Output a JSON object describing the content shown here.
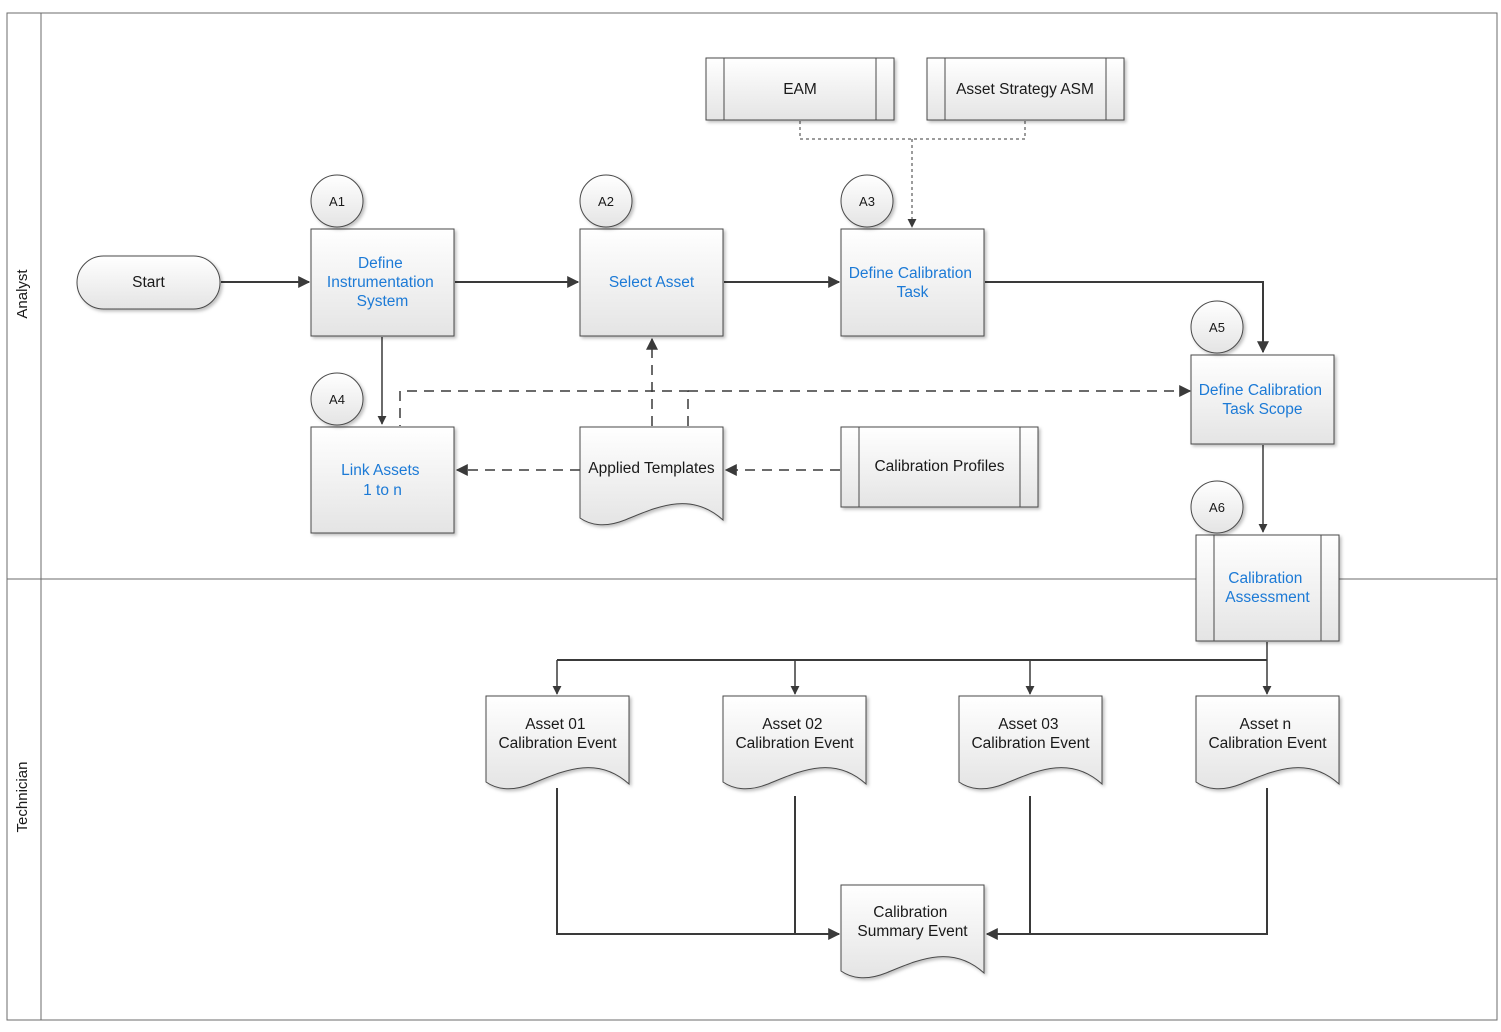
{
  "lanes": {
    "analyst": "Analyst",
    "technician": "Technician"
  },
  "nodes": {
    "start": "Start",
    "a1": {
      "badge": "A1",
      "lines": [
        "Define",
        "Instrumentation",
        "System"
      ]
    },
    "a2": {
      "badge": "A2",
      "lines": [
        "Select Asset"
      ]
    },
    "a3": {
      "badge": "A3",
      "lines": [
        "Define Calibration",
        "Task"
      ]
    },
    "a4": {
      "badge": "A4",
      "lines": [
        "Link Assets",
        "1 to n"
      ]
    },
    "a5": {
      "badge": "A5",
      "lines": [
        "Define Calibration",
        "Task Scope"
      ]
    },
    "a6": {
      "badge": "A6",
      "lines": [
        "Calibration",
        "Assessment"
      ]
    },
    "eam": "EAM",
    "asset_strategy": "Asset Strategy ASM",
    "applied_templates": "Applied Templates",
    "calibration_profiles": "Calibration Profiles",
    "asset_01": [
      "Asset 01",
      "Calibration Event"
    ],
    "asset_02": [
      "Asset 02",
      "Calibration Event"
    ],
    "asset_03": [
      "Asset 03",
      "Calibration Event"
    ],
    "asset_n": [
      "Asset n",
      "Calibration Event"
    ],
    "summary": [
      "Calibration",
      "Summary Event"
    ]
  },
  "colors": {
    "link_text": "#1c7ad6",
    "text": "#1a1a1a",
    "border": "#4a4a4a",
    "box_top": "#ffffff",
    "box_bottom": "#e6e6e6"
  }
}
